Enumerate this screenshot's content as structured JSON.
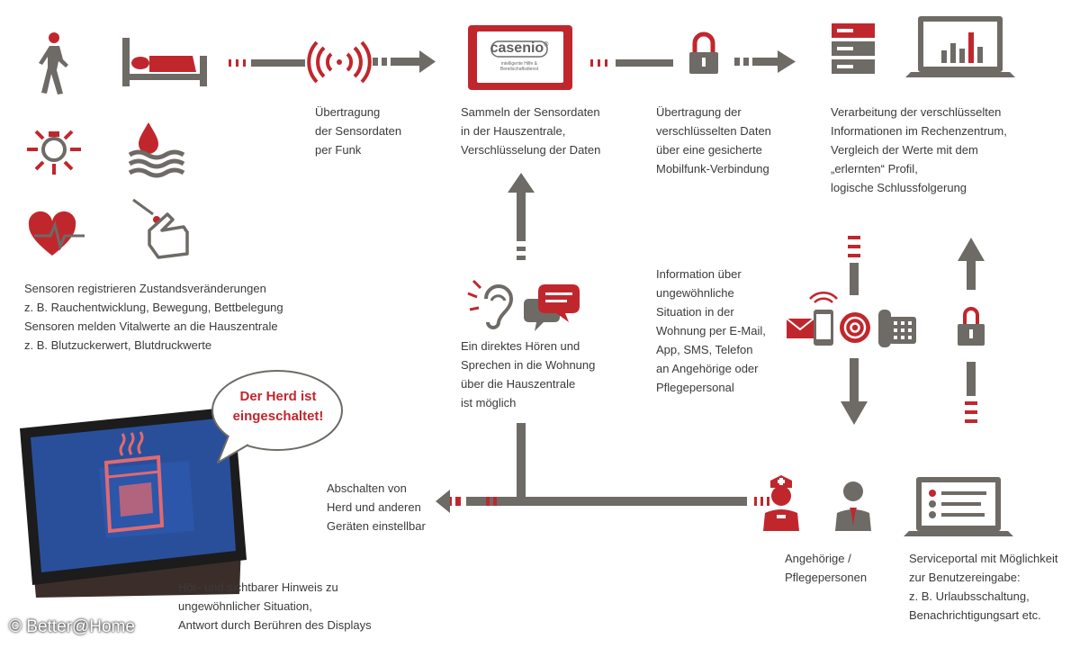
{
  "colors": {
    "red": "#c0272d",
    "gray": "#6e6a65",
    "dark": "#3a3a3a"
  },
  "icons": [
    "walking-person-icon",
    "bed-icon",
    "radio-signal-icon",
    "casenio-device-icon",
    "padlock-icon",
    "server-rack-icon",
    "laptop-chart-icon",
    "light-bulb-icon",
    "water-drop-waves-icon",
    "heart-pulse-icon",
    "blood-test-finger-icon",
    "hearing-ear-icon",
    "speech-bubbles-icon",
    "email-icon",
    "smartphone-icon",
    "at-sign-icon",
    "desk-phone-icon",
    "nurse-icon",
    "businessman-icon",
    "service-portal-laptop-icon",
    "tablet-stove-icon"
  ],
  "logo": {
    "brand": "casenio",
    "registered": "®",
    "tagline": "intelligente Hilfe & Bereitschaftsdienst"
  },
  "labels": {
    "transmission_radio": "Übertragung\nder Sensordaten\nper Funk",
    "collect": "Sammeln der Sensordaten\nin der Hauszentrale,\nVerschlüsselung der Daten",
    "transmission_mobile": "Übertragung der\nverschlüsselten Daten\nüber eine gesicherte\nMobilfunk-Verbindung",
    "processing": "Verarbeitung der verschlüsselten\nInformationen im Rechenzentrum,\nVergleich der Werte mit dem\n„erlernten“ Profil,\nlogische Schlussfolgerung",
    "sensors": "Sensoren registrieren Zustandsveränderungen\nz. B. Rauchentwicklung, Bewegung, Bettbelegung\nSensoren melden Vitalwerte an die Hauszentrale\nz. B. Blutzuckerwert, Blutdruckwerte",
    "hearing": "Ein direktes Hören und\nSprechen in die Wohnung\nüber die Hauszentrale\nist möglich",
    "information": "Information über\nungewöhnliche\nSituation in der\nWohnung per E-Mail,\nApp, SMS, Telefon\nan Angehörige oder\nPflegepersonal",
    "switch_off": "Abschalten von\nHerd und anderen\nGeräten einstellbar",
    "notice": "Hör- und sichtbarer Hinweis zu\nungewöhnlicher Situation,\nAntwort durch Berühren des Displays",
    "relatives": "Angehörige /\nPflegepersonen",
    "portal": "Serviceportal mit Möglichkeit\nzur Benutzereingabe:\nz. B. Urlaubsschaltung,\nBenachrichtigungsart etc."
  },
  "speech_bubble": "Der Herd ist\neingeschaltet!",
  "copyright": "© Better@Home"
}
